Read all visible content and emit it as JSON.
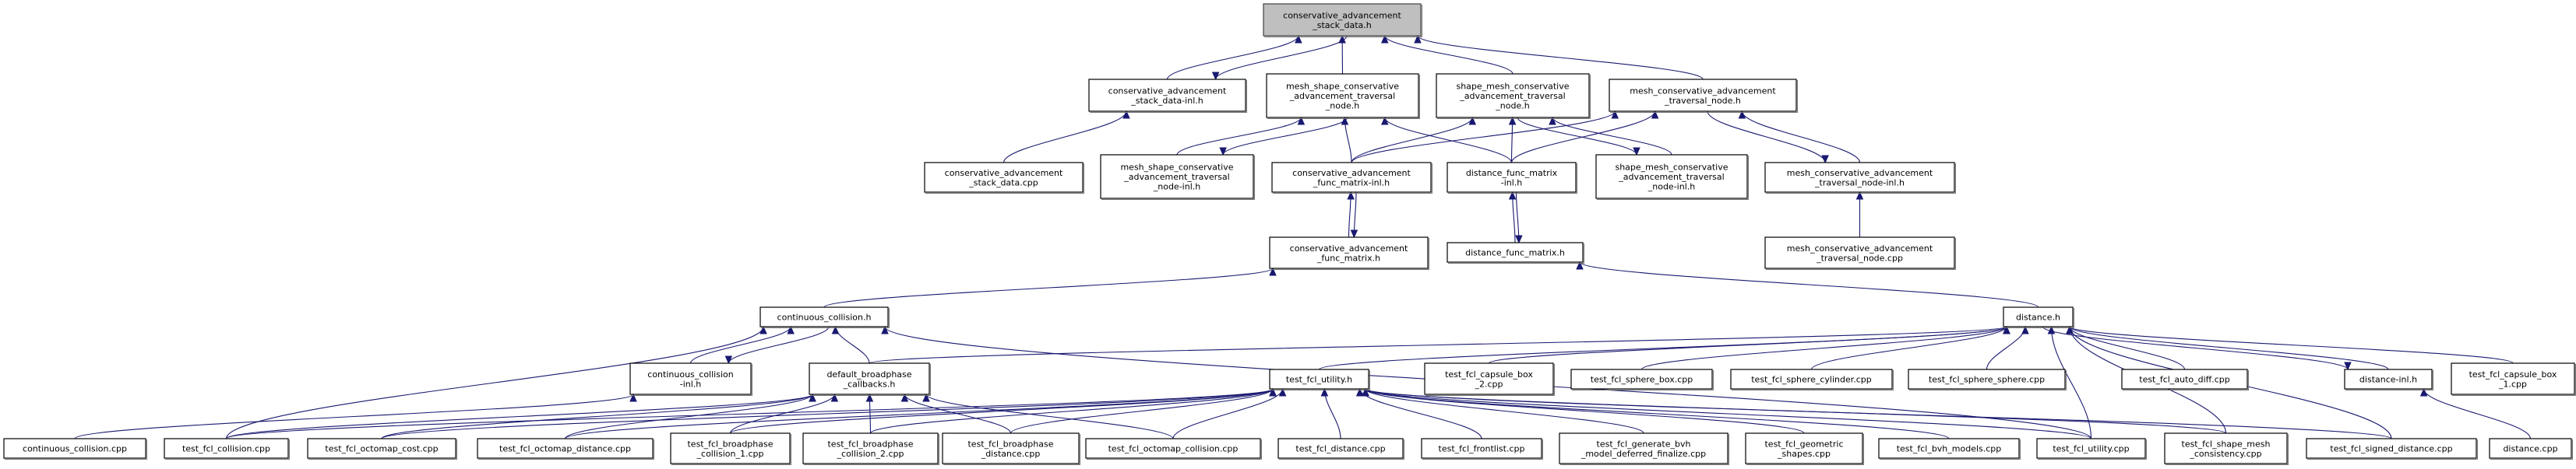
{
  "title": "Include dependency graph: conservative_advancement_stack_data.h",
  "colors": {
    "edge": "#191970",
    "root_fill": "#bfbfbf",
    "node_fill": "#ffffff",
    "border": "#000000"
  },
  "nodes": [
    {
      "id": "root",
      "lines": [
        "conservative_advancement",
        "_stack_data.h"
      ],
      "root": true
    },
    {
      "id": "csd_inl",
      "lines": [
        "conservative_advancement",
        "_stack_data-inl.h"
      ]
    },
    {
      "id": "msca_tn",
      "lines": [
        "mesh_shape_conservative",
        "_advancement_traversal",
        "_node.h"
      ]
    },
    {
      "id": "smca_tn",
      "lines": [
        "shape_mesh_conservative",
        "_advancement_traversal",
        "_node.h"
      ]
    },
    {
      "id": "mca_tn",
      "lines": [
        "mesh_conservative_advancement",
        "_traversal_node.h"
      ]
    },
    {
      "id": "csd_cpp",
      "lines": [
        "conservative_advancement",
        "_stack_data.cpp"
      ]
    },
    {
      "id": "msca_tn_inl",
      "lines": [
        "mesh_shape_conservative",
        "_advancement_traversal",
        "_node-inl.h"
      ]
    },
    {
      "id": "cafm_inl",
      "lines": [
        "conservative_advancement",
        "_func_matrix-inl.h"
      ]
    },
    {
      "id": "dfm_inl",
      "lines": [
        "distance_func_matrix",
        "-inl.h"
      ]
    },
    {
      "id": "smca_tn_inl",
      "lines": [
        "shape_mesh_conservative",
        "_advancement_traversal",
        "_node-inl.h"
      ]
    },
    {
      "id": "mca_tn_inl",
      "lines": [
        "mesh_conservative_advancement",
        "_traversal_node-inl.h"
      ]
    },
    {
      "id": "cafm_h",
      "lines": [
        "conservative_advancement",
        "_func_matrix.h"
      ]
    },
    {
      "id": "dfm_h",
      "lines": [
        "distance_func_matrix.h"
      ]
    },
    {
      "id": "mca_tn_cpp",
      "lines": [
        "mesh_conservative_advancement",
        "_traversal_node.cpp"
      ]
    },
    {
      "id": "cc_h",
      "lines": [
        "continuous_collision.h"
      ]
    },
    {
      "id": "dist_h",
      "lines": [
        "distance.h"
      ]
    },
    {
      "id": "cc_inl",
      "lines": [
        "continuous_collision",
        "-inl.h"
      ]
    },
    {
      "id": "dbc_h",
      "lines": [
        "default_broadphase",
        "_callbacks.h"
      ]
    },
    {
      "id": "tfu_h",
      "lines": [
        "test_fcl_utility.h"
      ]
    },
    {
      "id": "tcb2",
      "lines": [
        "test_fcl_capsule_box",
        "_2.cpp"
      ]
    },
    {
      "id": "tsb",
      "lines": [
        "test_fcl_sphere_box.cpp"
      ]
    },
    {
      "id": "tsc",
      "lines": [
        "test_fcl_sphere_cylinder.cpp"
      ]
    },
    {
      "id": "tss",
      "lines": [
        "test_fcl_sphere_sphere.cpp"
      ]
    },
    {
      "id": "tad",
      "lines": [
        "test_fcl_auto_diff.cpp"
      ]
    },
    {
      "id": "dist_inl",
      "lines": [
        "distance-inl.h"
      ]
    },
    {
      "id": "tcb1",
      "lines": [
        "test_fcl_capsule_box",
        "_1.cpp"
      ]
    },
    {
      "id": "cc_cpp",
      "lines": [
        "continuous_collision.cpp"
      ]
    },
    {
      "id": "tcol",
      "lines": [
        "test_fcl_collision.cpp"
      ]
    },
    {
      "id": "toc",
      "lines": [
        "test_fcl_octomap_cost.cpp"
      ]
    },
    {
      "id": "tod",
      "lines": [
        "test_fcl_octomap_distance.cpp"
      ]
    },
    {
      "id": "tbc1",
      "lines": [
        "test_fcl_broadphase",
        "_collision_1.cpp"
      ]
    },
    {
      "id": "tbc2",
      "lines": [
        "test_fcl_broadphase",
        "_collision_2.cpp"
      ]
    },
    {
      "id": "tbd",
      "lines": [
        "test_fcl_broadphase",
        "_distance.cpp"
      ]
    },
    {
      "id": "tocol",
      "lines": [
        "test_fcl_octomap_collision.cpp"
      ]
    },
    {
      "id": "tdist",
      "lines": [
        "test_fcl_distance.cpp"
      ]
    },
    {
      "id": "tfl",
      "lines": [
        "test_fcl_frontlist.cpp"
      ]
    },
    {
      "id": "tgbvh",
      "lines": [
        "test_fcl_generate_bvh",
        "_model_deferred_finalize.cpp"
      ]
    },
    {
      "id": "tgs",
      "lines": [
        "test_fcl_geometric",
        "_shapes.cpp"
      ]
    },
    {
      "id": "tbvh",
      "lines": [
        "test_fcl_bvh_models.cpp"
      ]
    },
    {
      "id": "tfu_cpp",
      "lines": [
        "test_fcl_utility.cpp"
      ]
    },
    {
      "id": "tsmc",
      "lines": [
        "test_fcl_shape_mesh",
        "_consistency.cpp"
      ]
    },
    {
      "id": "tsd",
      "lines": [
        "test_fcl_signed_distance.cpp"
      ]
    },
    {
      "id": "dist_cpp",
      "lines": [
        "distance.cpp"
      ]
    }
  ],
  "edges": [
    [
      "csd_inl",
      "root"
    ],
    [
      "root",
      "csd_inl"
    ],
    [
      "msca_tn",
      "root"
    ],
    [
      "smca_tn",
      "root"
    ],
    [
      "mca_tn",
      "root"
    ],
    [
      "csd_cpp",
      "csd_inl"
    ],
    [
      "msca_tn_inl",
      "msca_tn"
    ],
    [
      "msca_tn",
      "msca_tn_inl"
    ],
    [
      "cafm_inl",
      "msca_tn"
    ],
    [
      "dfm_inl",
      "msca_tn"
    ],
    [
      "cafm_inl",
      "smca_tn"
    ],
    [
      "dfm_inl",
      "smca_tn"
    ],
    [
      "smca_tn_inl",
      "smca_tn"
    ],
    [
      "smca_tn",
      "smca_tn_inl"
    ],
    [
      "cafm_inl",
      "mca_tn"
    ],
    [
      "dfm_inl",
      "mca_tn"
    ],
    [
      "mca_tn_inl",
      "mca_tn"
    ],
    [
      "mca_tn",
      "mca_tn_inl"
    ],
    [
      "cafm_h",
      "cafm_inl"
    ],
    [
      "cafm_inl",
      "cafm_h"
    ],
    [
      "dfm_h",
      "dfm_inl"
    ],
    [
      "dfm_inl",
      "dfm_h"
    ],
    [
      "mca_tn_cpp",
      "mca_tn_inl"
    ],
    [
      "cc_h",
      "cafm_h"
    ],
    [
      "dist_h",
      "dfm_h"
    ],
    [
      "cc_inl",
      "cc_h"
    ],
    [
      "cc_h",
      "cc_inl"
    ],
    [
      "dbc_h",
      "cc_h"
    ],
    [
      "tcol",
      "cc_h"
    ],
    [
      "tfu_cpp",
      "cc_h"
    ],
    [
      "cc_cpp",
      "cc_inl"
    ],
    [
      "dbc_h",
      "dist_h"
    ],
    [
      "tfu_h",
      "dist_h"
    ],
    [
      "tcb2",
      "dist_h"
    ],
    [
      "tsb",
      "dist_h"
    ],
    [
      "tsc",
      "dist_h"
    ],
    [
      "tss",
      "dist_h"
    ],
    [
      "tad",
      "dist_h"
    ],
    [
      "dist_inl",
      "dist_h"
    ],
    [
      "dist_h",
      "dist_inl"
    ],
    [
      "tcb1",
      "dist_h"
    ],
    [
      "tfu_cpp",
      "dist_h"
    ],
    [
      "tsmc",
      "dist_h"
    ],
    [
      "tsd",
      "dist_h"
    ],
    [
      "dist_cpp",
      "dist_inl"
    ],
    [
      "tcol",
      "dbc_h"
    ],
    [
      "toc",
      "dbc_h"
    ],
    [
      "tod",
      "dbc_h"
    ],
    [
      "tbc1",
      "dbc_h"
    ],
    [
      "tbc2",
      "dbc_h"
    ],
    [
      "tbd",
      "dbc_h"
    ],
    [
      "tocol",
      "dbc_h"
    ],
    [
      "tcol",
      "tfu_h"
    ],
    [
      "toc",
      "tfu_h"
    ],
    [
      "tod",
      "tfu_h"
    ],
    [
      "tbc1",
      "tfu_h"
    ],
    [
      "tbc2",
      "tfu_h"
    ],
    [
      "tbd",
      "tfu_h"
    ],
    [
      "tocol",
      "tfu_h"
    ],
    [
      "tdist",
      "tfu_h"
    ],
    [
      "tfl",
      "tfu_h"
    ],
    [
      "tgbvh",
      "tfu_h"
    ],
    [
      "tgs",
      "tfu_h"
    ],
    [
      "tbvh",
      "tfu_h"
    ],
    [
      "tfu_cpp",
      "tfu_h"
    ],
    [
      "tsmc",
      "tfu_h"
    ],
    [
      "tsd",
      "tfu_h"
    ]
  ]
}
